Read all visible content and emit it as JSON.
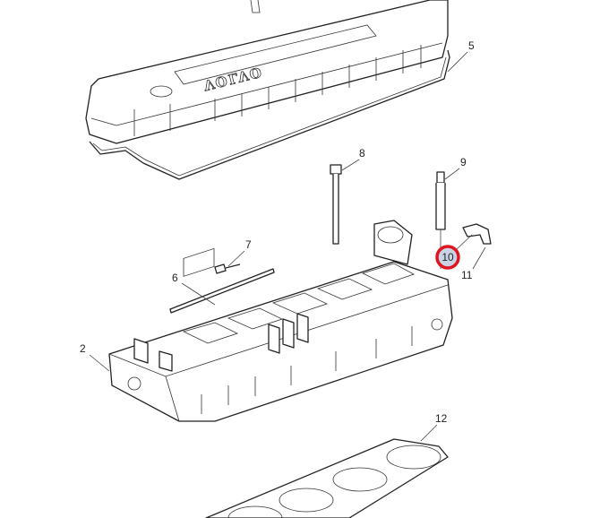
{
  "diagram": {
    "logo_text": "VOLVO",
    "highlight_color": "#e0141e",
    "highlighted_callout": "10",
    "callouts": {
      "c2": "2",
      "c5": "5",
      "c6": "6",
      "c7": "7",
      "c8": "8",
      "c9": "9",
      "c10": "10",
      "c11": "11",
      "c12": "12"
    }
  }
}
